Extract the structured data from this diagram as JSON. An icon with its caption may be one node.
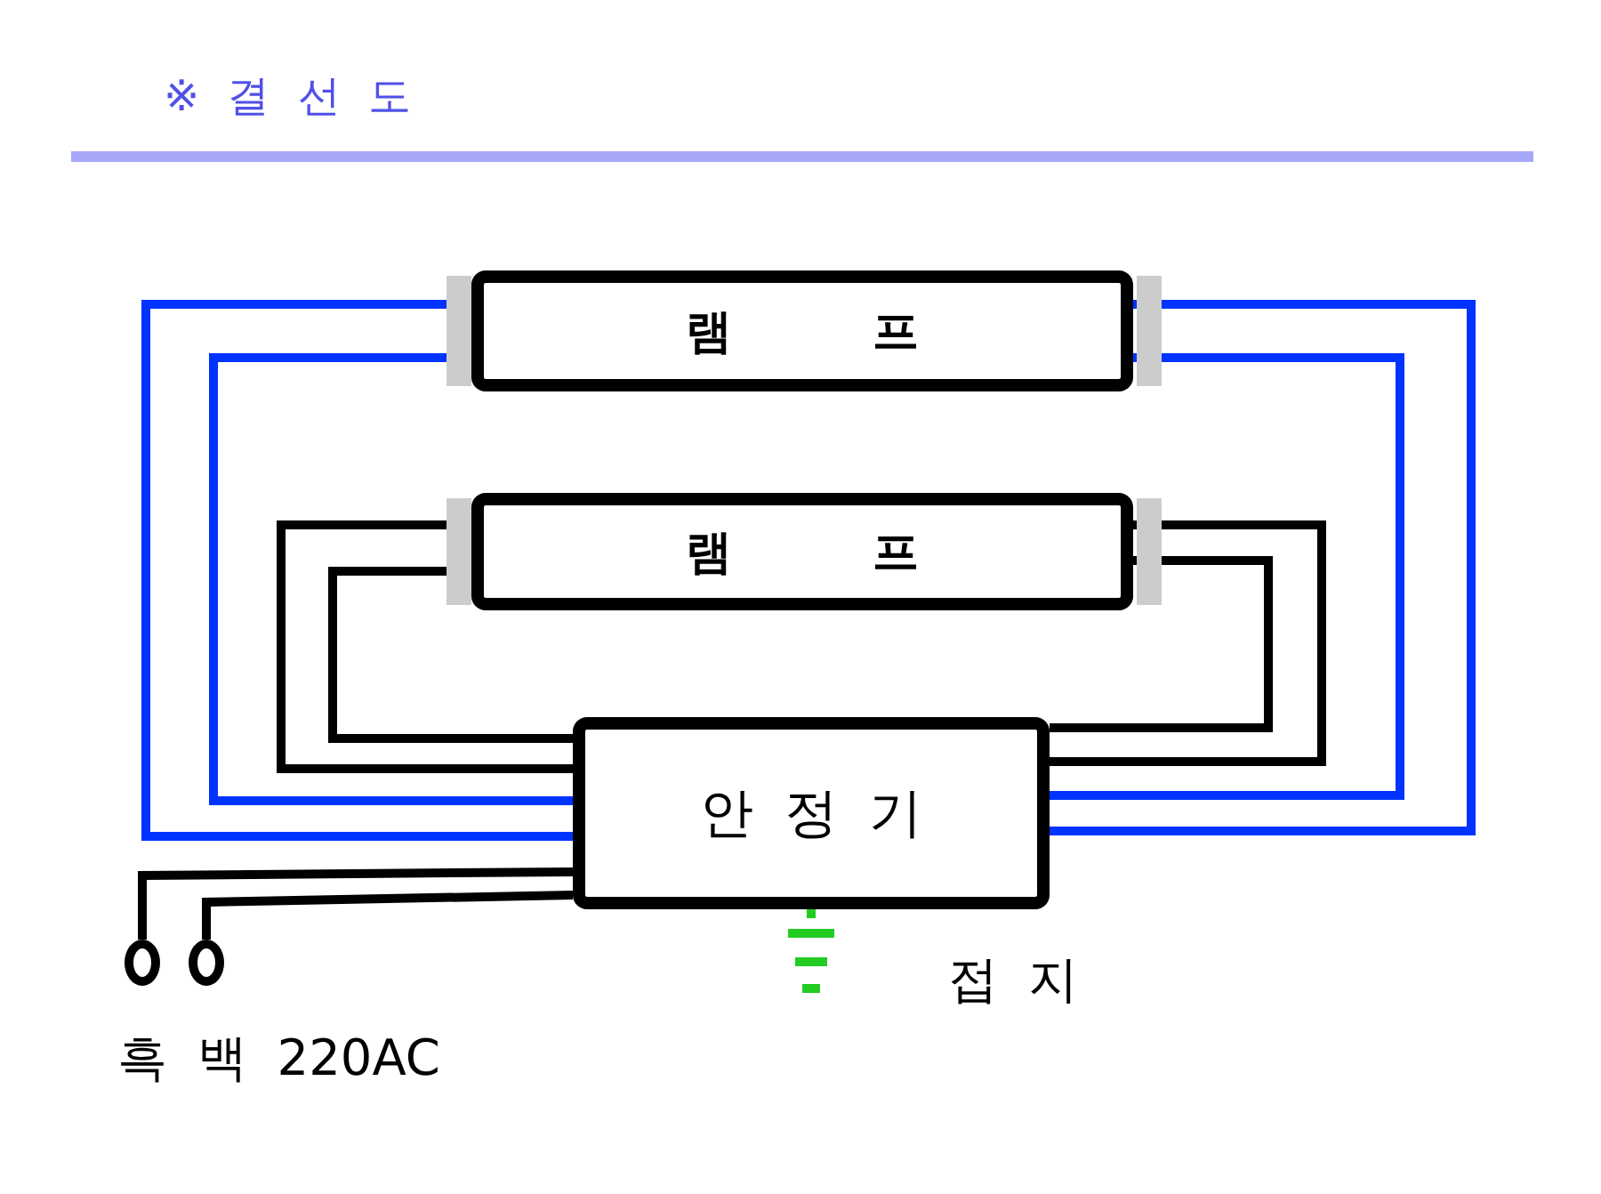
{
  "diagram": {
    "title": "※ 결 선 도",
    "nodes": [
      {
        "text": [
          "램 프"
        ]
      },
      {
        "text": [
          "램 프"
        ]
      },
      {
        "text": [
          "안 정 기"
        ]
      },
      {
        "text": [],
        "shape": "circle"
      },
      {
        "text": [],
        "shape": "circle"
      },
      {
        "text": [],
        "shape": "ground"
      }
    ],
    "edges": [
      {
        "from": 0,
        "to": 2,
        "arrow": "none",
        "color": "#0033ff"
      },
      {
        "from": 0,
        "to": 2,
        "arrow": "none",
        "color": "#0033ff"
      },
      {
        "from": 0,
        "to": 2,
        "arrow": "none",
        "color": "#0033ff"
      },
      {
        "from": 0,
        "to": 2,
        "arrow": "none",
        "color": "#0033ff"
      },
      {
        "from": 1,
        "to": 2,
        "arrow": "none"
      },
      {
        "from": 1,
        "to": 2,
        "arrow": "none"
      },
      {
        "from": 1,
        "to": 2,
        "arrow": "none"
      },
      {
        "from": 1,
        "to": 2,
        "arrow": "none"
      },
      {
        "from": 2,
        "to": 3,
        "arrow": "none"
      },
      {
        "from": 2,
        "to": 4,
        "arrow": "none"
      },
      {
        "from": 2,
        "to": 5,
        "arrow": "none",
        "color": "#22cc22"
      }
    ],
    "labels": [
      "접 지",
      "흑 백 220AC"
    ]
  }
}
